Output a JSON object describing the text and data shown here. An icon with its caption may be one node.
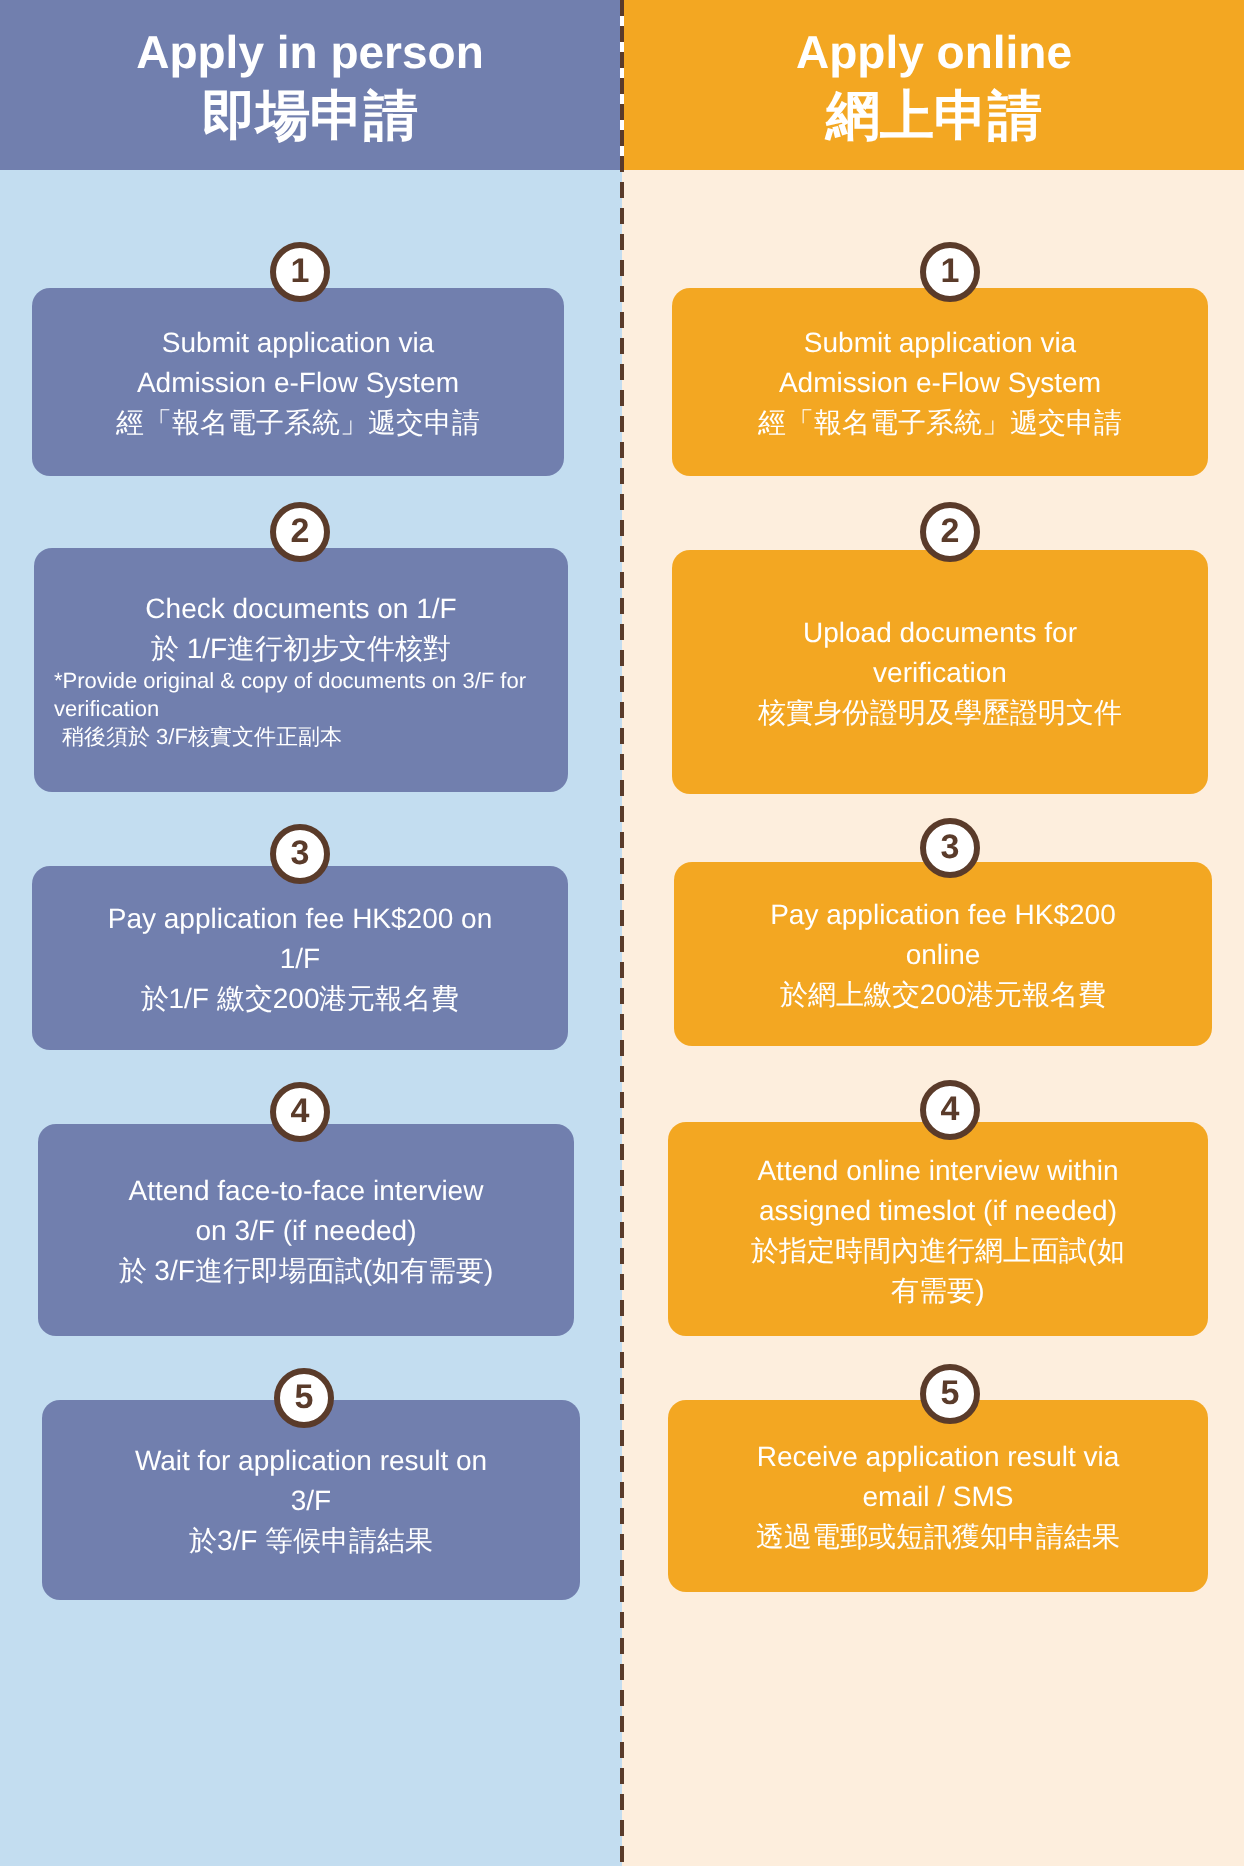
{
  "diagram": {
    "nodes": [
      {
        "text": [
          "Apply in person",
          "即場申請"
        ]
      },
      {
        "text": [
          "Apply online",
          "網上申請"
        ]
      },
      {
        "text": [
          "1"
        ]
      },
      {
        "text": [
          "Submit application via Admission e-Flow System",
          "經「報名電子系統」遞交申請"
        ]
      },
      {
        "text": [
          "2"
        ]
      },
      {
        "text": [
          "Check documents on 1/F",
          "於 1/F進行初步文件核對",
          "*Provide original & copy of documents on 3/F for verification",
          "稍後須於 3/F核實文件正副本"
        ]
      },
      {
        "text": [
          "3"
        ]
      },
      {
        "text": [
          "Pay application fee HK$200 on 1/F",
          "於1/F 繳交200港元報名費"
        ]
      },
      {
        "text": [
          "4"
        ]
      },
      {
        "text": [
          "Attend face-to-face interview on 3/F (if needed)",
          "於 3/F進行即場面試(如有需要)"
        ]
      },
      {
        "text": [
          "5"
        ]
      },
      {
        "text": [
          "Wait for application result on 3/F",
          "於3/F 等候申請結果"
        ]
      },
      {
        "text": [
          "1"
        ]
      },
      {
        "text": [
          "Submit application via Admission e-Flow System",
          "經「報名電子系統」遞交申請"
        ]
      },
      {
        "text": [
          "2"
        ]
      },
      {
        "text": [
          "Upload documents for verification",
          "核實身份證明及學歷證明文件"
        ]
      },
      {
        "text": [
          "3"
        ]
      },
      {
        "text": [
          "Pay application fee HK$200 online",
          "於網上繳交200港元報名費"
        ]
      },
      {
        "text": [
          "4"
        ]
      },
      {
        "text": [
          "Attend online interview within assigned timeslot (if needed)",
          "於指定時間內進行網上面試(如有需要)"
        ]
      },
      {
        "text": [
          "5"
        ]
      },
      {
        "text": [
          "Receive application result via email / SMS",
          "透過電郵或短訊獲知申請結果"
        ]
      }
    ]
  }
}
